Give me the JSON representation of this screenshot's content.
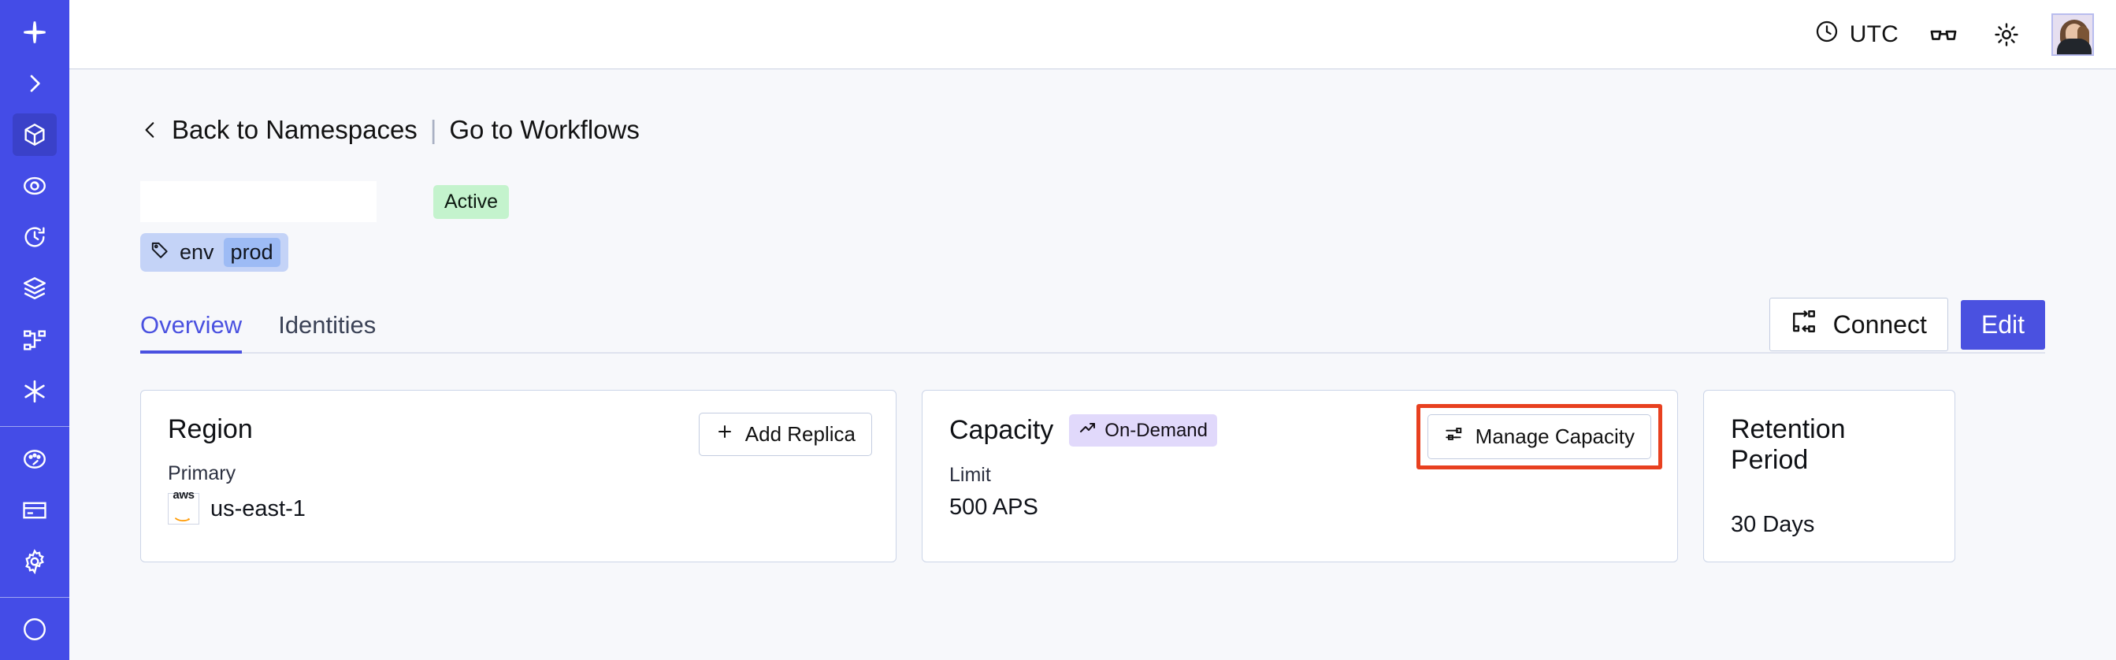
{
  "sidebar": {
    "logo_icon": "temporal-star-logo",
    "items": [
      {
        "icon": "chevron-right-icon",
        "name": "expand-sidebar",
        "active": false
      },
      {
        "icon": "cube-icon",
        "name": "namespaces",
        "active": true
      },
      {
        "icon": "eye-radar-icon",
        "name": "observability",
        "active": false
      },
      {
        "icon": "history-clock-icon",
        "name": "schedules",
        "active": false
      },
      {
        "icon": "layers-icon",
        "name": "batch-operations",
        "active": false
      },
      {
        "icon": "git-branch-icon",
        "name": "workflows",
        "active": false
      },
      {
        "icon": "asterisk-icon",
        "name": "nexus",
        "active": false
      }
    ],
    "bottom_items": [
      {
        "icon": "palette-icon",
        "name": "usage",
        "active": false
      },
      {
        "icon": "credit-card-icon",
        "name": "billing",
        "active": false
      },
      {
        "icon": "gear-icon",
        "name": "settings",
        "active": false
      }
    ]
  },
  "topbar": {
    "timezone_label": "UTC",
    "clock_icon": "clock-icon",
    "glasses_icon": "glasses-icon",
    "theme_icon": "sun-icon",
    "avatar_alt": "user-avatar"
  },
  "breadcrumb": {
    "back_icon": "chevron-left-icon",
    "back_label": "Back to Namespaces",
    "separator": "|",
    "forward_label": "Go to Workflows"
  },
  "header": {
    "namespace_title": "",
    "status_badge": "Active",
    "tag": {
      "icon": "tag-icon",
      "key": "env",
      "value": "prod"
    },
    "connect_label": "Connect",
    "connect_icon": "connect-flow-icon",
    "edit_label": "Edit"
  },
  "tabs": [
    {
      "label": "Overview",
      "active": true
    },
    {
      "label": "Identities",
      "active": false
    }
  ],
  "cards": {
    "region": {
      "title": "Region",
      "action_label": "Add Replica",
      "action_icon": "plus-icon",
      "sub_label": "Primary",
      "provider_icon": "aws-logo",
      "value": "us-east-1"
    },
    "capacity": {
      "title": "Capacity",
      "badge_label": "On-Demand",
      "badge_icon": "trending-up-icon",
      "action_label": "Manage Capacity",
      "action_icon": "sliders-icon",
      "sub_label": "Limit",
      "value": "500 APS",
      "highlighted": true,
      "highlight_color": "#e8401f"
    },
    "retention": {
      "title": "Retention Period",
      "value": "30 Days"
    }
  },
  "colors": {
    "sidebar": "#444ce7",
    "sidebar_active": "#3a41c9",
    "accent": "#4a51e0",
    "page_bg": "#f7f8fb",
    "card_border": "#ccd5e8",
    "status_active_bg": "#c4f3cd",
    "tag_bg": "#c4d3f7",
    "tag_value_bg": "#9dbbf5",
    "ondemand_bg": "#e1d9fb",
    "annotation": "#e8401f"
  }
}
